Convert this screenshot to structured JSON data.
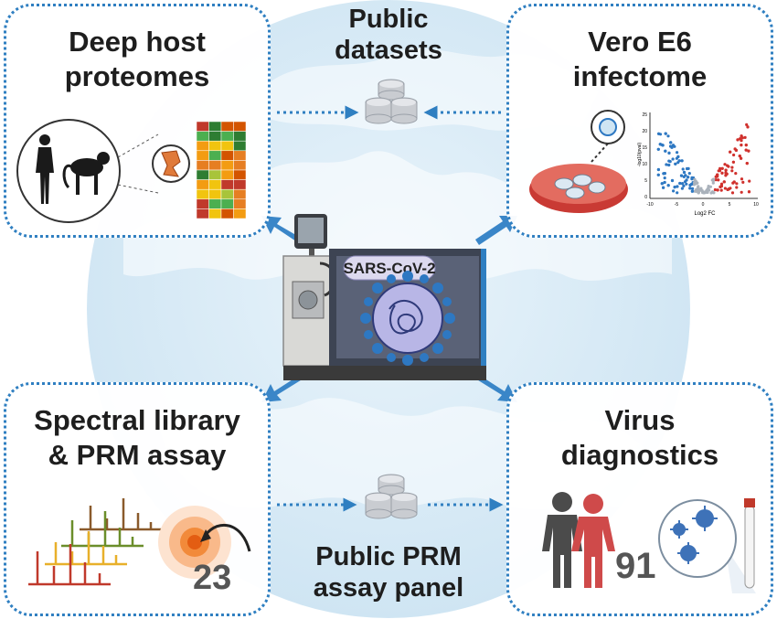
{
  "instrument_label": "SARS-CoV-2",
  "panels": {
    "deep_host": {
      "title": [
        "Deep host",
        "proteomes"
      ]
    },
    "vero": {
      "title": [
        "Vero E6",
        "infectome"
      ]
    },
    "spectral": {
      "title": [
        "Spectral library",
        "& PRM assay"
      ],
      "number": "23"
    },
    "virus": {
      "title": [
        "Virus",
        "diagnostics"
      ],
      "number": "91"
    }
  },
  "captions": {
    "public_datasets": [
      "Public",
      "datasets"
    ],
    "public_prm": [
      "Public PRM",
      "assay panel"
    ]
  },
  "volcano": {
    "ylabel": "-log10(pval)",
    "xlabel": "Log2 FC",
    "xticks": [
      "-10",
      "-5",
      "0",
      "5",
      "10"
    ],
    "yticks": [
      "25",
      "20",
      "15",
      "10",
      "5",
      "0"
    ]
  },
  "colors": {
    "accent_blue": "#2f7fc1",
    "down_blue": "#2e78c2",
    "up_red": "#d0312d",
    "person_red": "#cf4a4a",
    "person_gray": "#4b4b4b"
  },
  "icons": {
    "database": "database-icon",
    "arrows": "arrow-icon"
  }
}
